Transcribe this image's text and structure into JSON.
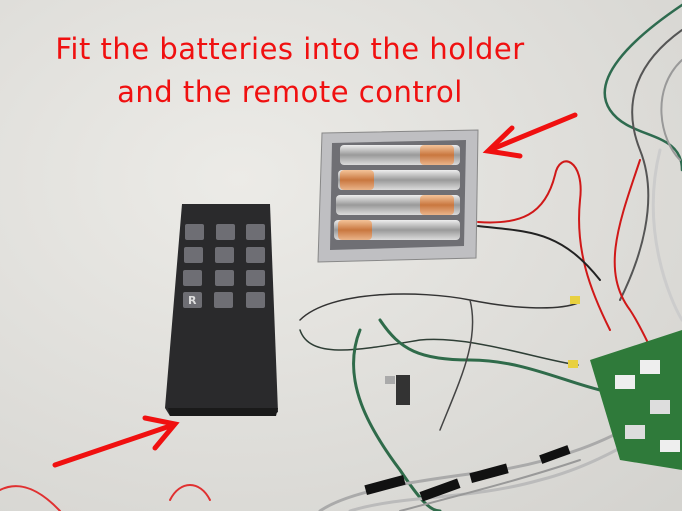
{
  "caption": {
    "line1": "Fit the batteries into the holder",
    "line2": "and the remote control"
  },
  "remote": {
    "button_r_label": "R"
  },
  "colors": {
    "caption": "#f01010",
    "background": "#e4e3df",
    "remote_body": "#2a2a2c",
    "battery": "#d98a55",
    "pcb": "#2f7a3a"
  }
}
